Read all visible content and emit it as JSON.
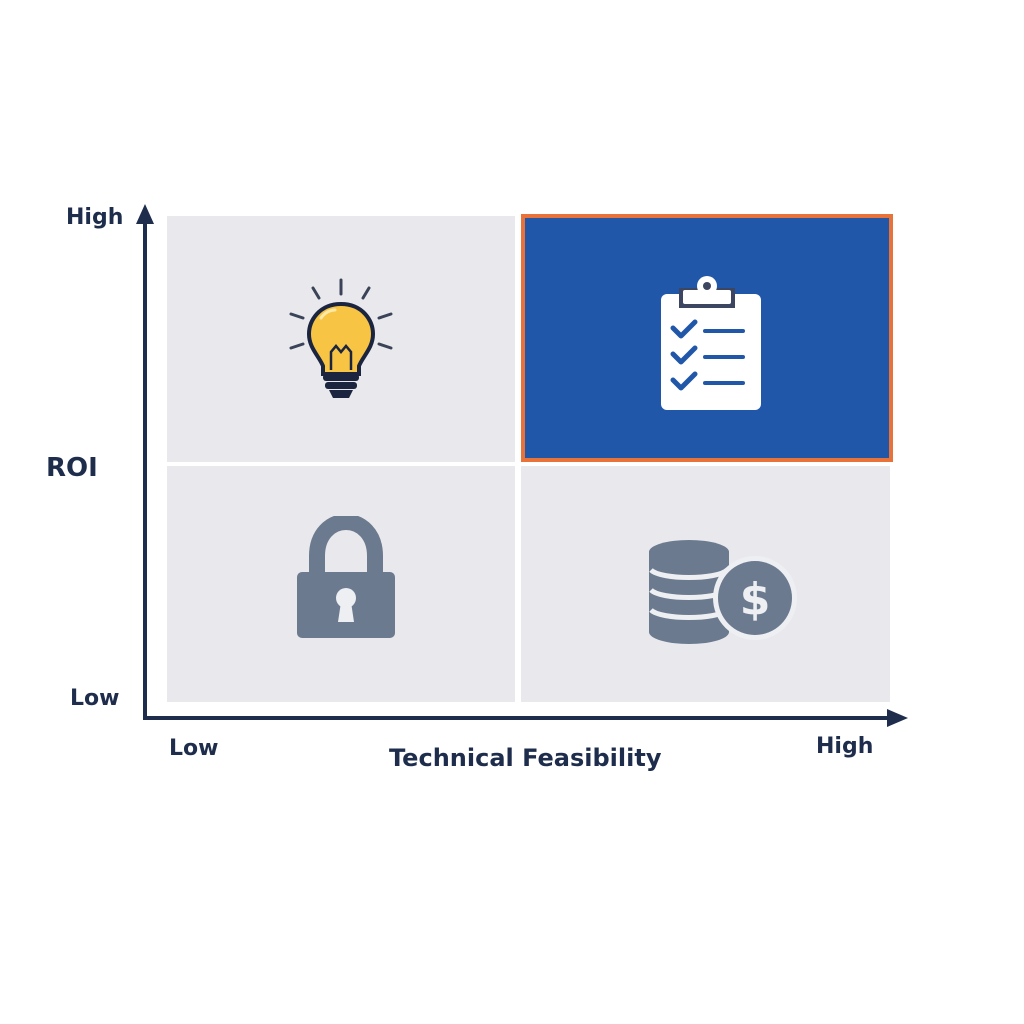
{
  "diagram": {
    "type": "2x2 matrix",
    "y_axis": {
      "title": "ROI",
      "low_label": "Low",
      "high_label": "High"
    },
    "x_axis": {
      "title": "Technical Feasibility",
      "low_label": "Low",
      "high_label": "High"
    },
    "quadrants": [
      {
        "position": "top-left",
        "roi": "High",
        "feasibility": "Low",
        "icon": "lightbulb-icon",
        "highlighted": false
      },
      {
        "position": "top-right",
        "roi": "High",
        "feasibility": "High",
        "icon": "clipboard-checklist-icon",
        "highlighted": true
      },
      {
        "position": "bottom-left",
        "roi": "Low",
        "feasibility": "Low",
        "icon": "padlock-icon",
        "highlighted": false
      },
      {
        "position": "bottom-right",
        "roi": "Low",
        "feasibility": "High",
        "icon": "coins-dollar-icon",
        "highlighted": false
      }
    ],
    "colors": {
      "axis": "#1f2d4d",
      "quadrant_bg": "#e9e9ed",
      "highlight_bg": "#2157a8",
      "highlight_border": "#e8733a",
      "icon_gray": "#6b7a8f",
      "bulb_yellow": "#f7c443"
    }
  }
}
